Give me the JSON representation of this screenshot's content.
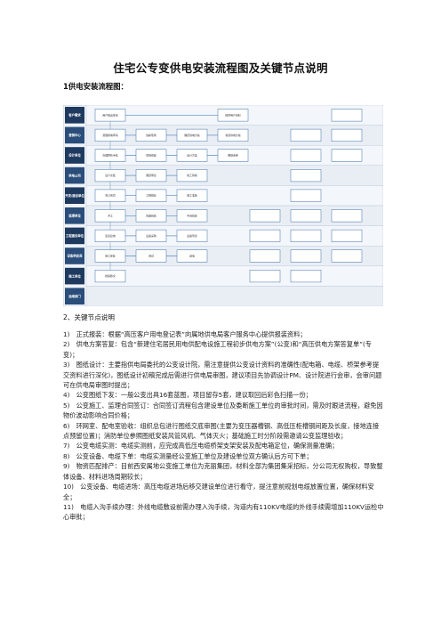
{
  "title": "住宅公专变供电安装流程图及关键节点说明",
  "section1": "1供电安装流程图：",
  "section2": "2、关键节点说明",
  "lanes": [
    "客户需求",
    "营销中心",
    "设计单位",
    "供电公司",
    "开发/建设单位",
    "监理单位",
    "工程建设单位",
    "设备供应商",
    "施工单位",
    "运维部门"
  ],
  "nodes": [
    "用户提出申请",
    "提供用户资料",
    "受理用电申请",
    "勘察现场",
    "确定供电方案",
    "答复供电方案",
    "办理委托手续",
    "现场勘察",
    "设计方案",
    "图纸会审",
    "设计交底",
    "图纸审查",
    "竣工验收",
    "签订合同",
    "工程招标",
    "施工准备",
    "开工",
    "隐蔽验收",
    "中间验收",
    "装表接电",
    "设备采购",
    "设备到货",
    "施工安装",
    "调试",
    "送电",
    "档案移交"
  ],
  "paragraphs": [
    "1)　正式报装：根据“高压客户用电登记表”向属地供电局客户服务中心提供报装资料；",
    "2)　供电方案答复：包含“新建住宅居民用电供配电设施工程初步供电方案”(公变)和“高压供电方案答复单”(专变)；",
    "3)　图纸设计：主要指供电局委托的公变设计院，需注意提供公变设计资料的准确性(配电箱、电缆、桥架参考提交资料进行深化)，图纸设计初稿完成后需进行供电局审图，建议项目先协调设计PM、设计院进行会审，会审问题可在供电局审图时提出；",
    "4)　公变图纸下发：一般公变出具16套蓝图，项目留存5套，建议取回后彩色扫描一份；",
    "5)　公变施工、监理合同签订：合同签订流程包含建设单位及委断施工单位的审批时间，需及时跟进流程，避免因物价波动影响合同价格；",
    "6)　环网室、配电室验收：组织总包进行图纸交底审图(主要为变压器槽钢、高低压柜槽钢间距及长度，接地连接点预留位置)；消防单位参照图纸安装风管风机、气体灭火；基础施工时分阶段需邀请公变监理验收；",
    "7)　公变电缆实测：电缆实测前，应完成高低压电缆桥架支架安装及配电箱定位，确保测量准确；",
    "8)　公变设备、电缆下单：电缆实测量经公变施工单位及建设单位双方确认后方可下单；",
    "9)　物资匹配排产：目前西安属地公变施工单位为克丽集团，材料全部为集团集采招标，分公司无权购权，导致整体设备、材料进场周期较长；",
    "10)　公变设备、电缆进场：高压电缆进场后移交建设单位进行看守，提注意前规划电缆放置位置，确保材料安全；",
    "11)　电缆入沟手续办理：外线电缆敷设前需办理入沟手续，沟道内有110KV电缆的外线手续需增加110KV运检中心审批；"
  ],
  "colors": {
    "lane_header": "#1f3a5f",
    "lane_header_alt": "#2a4d7a",
    "lane_bg": "#e6ecf3",
    "box_border": "#3a6ea5",
    "arrow": "#3a6ea5"
  }
}
